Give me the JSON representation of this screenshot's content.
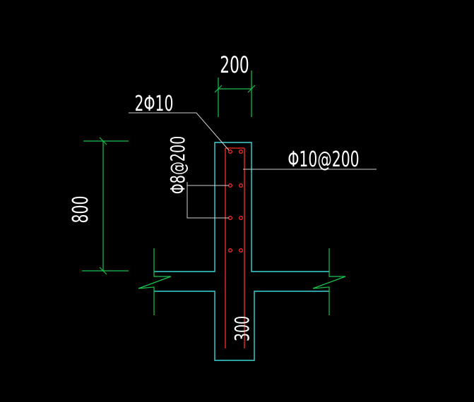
{
  "drawing": {
    "labels": {
      "width_dim": "200",
      "height_dim": "800",
      "embed_dim": "300",
      "top_bars": "2Φ10",
      "vertical_bars": "Φ10@200",
      "horizontal_bars": "Φ8@200"
    },
    "colors": {
      "background": "#000000",
      "outline": "#3ad6d6",
      "dimension": "#19c24a",
      "rebar": "#ff2a2a",
      "leader": "#cfcfcf",
      "text": "#ffffff"
    }
  }
}
